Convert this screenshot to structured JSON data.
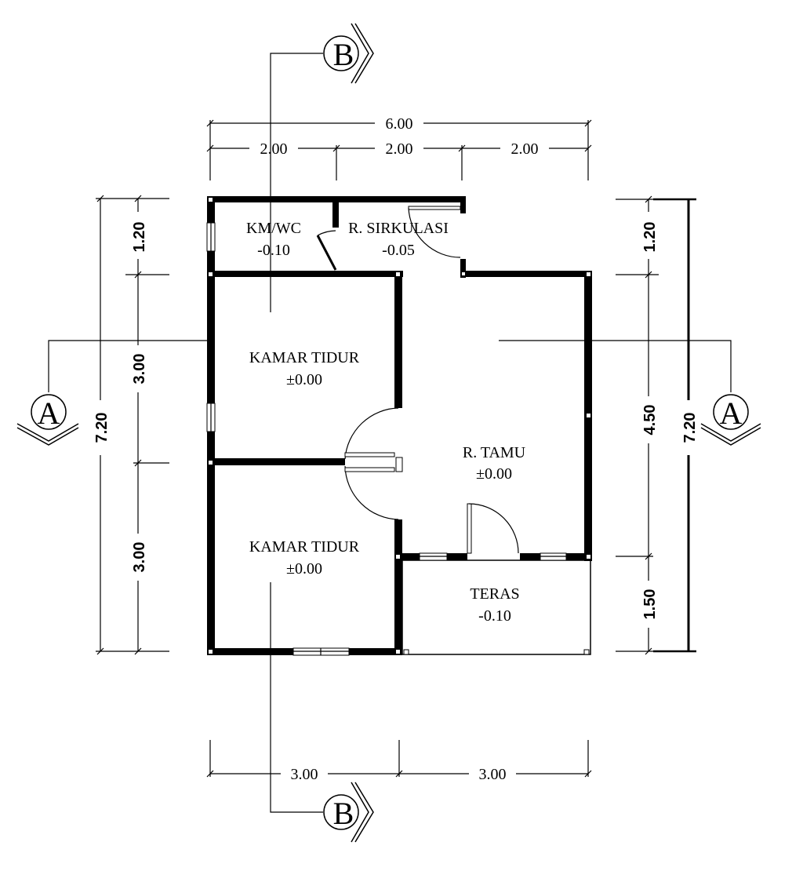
{
  "rooms": [
    {
      "name": "KM/WC",
      "level": "-0.10"
    },
    {
      "name": "R. SIRKULASI",
      "level": "-0.05"
    },
    {
      "name": "KAMAR TIDUR",
      "level": "±0.00"
    },
    {
      "name": "R. TAMU",
      "level": "±0.00"
    },
    {
      "name": "KAMAR TIDUR",
      "level": "±0.00"
    },
    {
      "name": "TERAS",
      "level": "-0.10"
    }
  ],
  "dims": {
    "top_total": "6.00",
    "top_segments": [
      "2.00",
      "2.00",
      "2.00"
    ],
    "bottom_segments": [
      "3.00",
      "3.00"
    ],
    "left_outer": "7.20",
    "left_segments": [
      "1.20",
      "3.00",
      "3.00"
    ],
    "right_outer": "7.20",
    "right_segments": [
      "1.20",
      "4.50",
      "1.50"
    ]
  },
  "section_marks": {
    "a": "A",
    "b": "B"
  }
}
